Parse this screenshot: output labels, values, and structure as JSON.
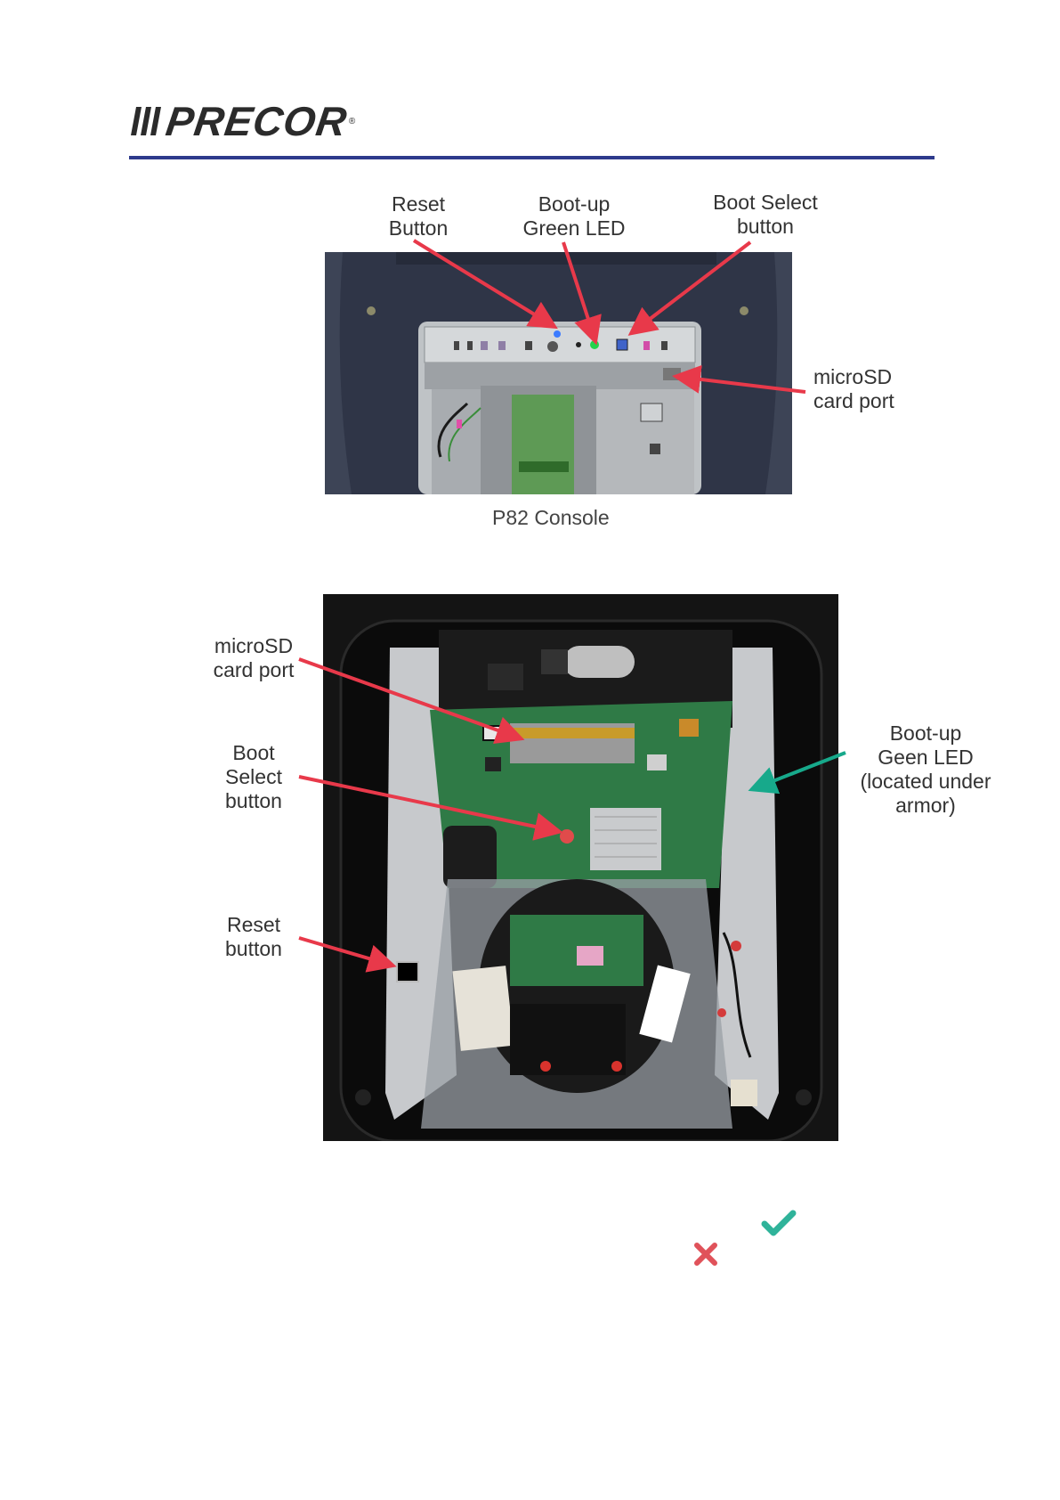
{
  "header": {
    "logo_text": "PRECOR",
    "logo_reg": "®",
    "rule_color": "#2e3a8c"
  },
  "figure1": {
    "labels": {
      "reset": "Reset\nButton",
      "boot_led": "Boot-up\nGreen LED",
      "boot_select": "Boot Select\nbutton",
      "microsd": "microSD\ncard port"
    },
    "caption": "P82 Console"
  },
  "figure2": {
    "labels": {
      "microsd": "microSD\ncard port",
      "boot_select": "Boot\nSelect\nbutton",
      "reset": "Reset\nbutton",
      "boot_led": "Boot-up\nGeen LED\n(located under\narmor)"
    }
  },
  "icons": {
    "check": "check-icon",
    "cross": "cross-icon",
    "check_color": "#2fb39a",
    "cross_color": "#e0525a",
    "arrow_red": "#e8394a",
    "arrow_teal": "#17a98b"
  }
}
